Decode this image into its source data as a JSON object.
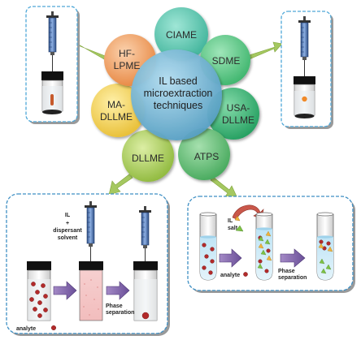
{
  "center": {
    "line1": "IL based",
    "line2": "microextraction",
    "line3": "techniques"
  },
  "techniques": [
    {
      "line1": "CIAME",
      "line2": "",
      "color": "#62CBB4"
    },
    {
      "line1": "SDME",
      "line2": "",
      "color": "#5ECB88"
    },
    {
      "line1": "USA-",
      "line2": "DLLME",
      "color": "#36B678"
    },
    {
      "line1": "ATPS",
      "line2": "",
      "color": "#5FBE70"
    },
    {
      "line1": "DLLME",
      "line2": "",
      "color": "#ABCE57"
    },
    {
      "line1": "MA-",
      "line2": "DLLME",
      "color": "#F6D45C"
    },
    {
      "line1": "HF-",
      "line2": "LPME",
      "color": "#F3A46A"
    }
  ],
  "center_color": "#5BA9CC",
  "dllme_panel": {
    "il_label": "IL",
    "plus_label": "+",
    "dispersant_label_1": "dispersant",
    "dispersant_label_2": "solvent",
    "phase_label_1": "Phase",
    "phase_label_2": "separation",
    "analyte_label": "analyte"
  },
  "atps_panel": {
    "il_label": "IL",
    "salt_label": "salt",
    "phase_label_1": "Phase",
    "phase_label_2": "separation",
    "analyte_label": "analyte"
  }
}
